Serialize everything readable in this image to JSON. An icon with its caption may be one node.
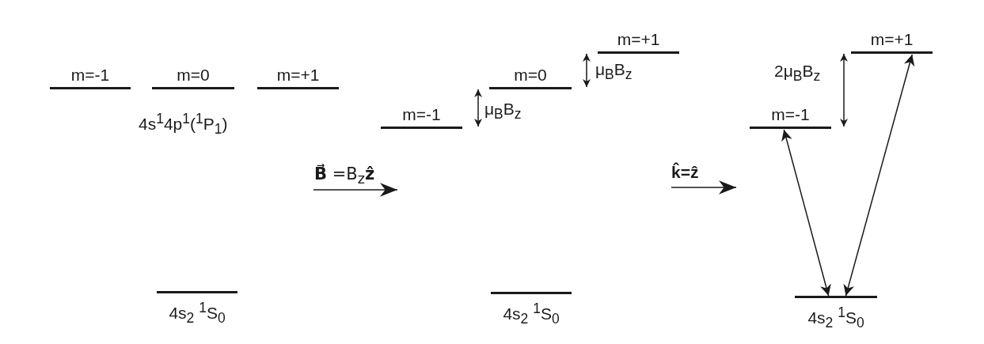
{
  "diagram": {
    "nodes": [
      {
        "text": [
          "m=-1"
        ]
      },
      {
        "text": [
          "m=0"
        ]
      },
      {
        "text": [
          "m=+1"
        ]
      },
      {
        "text": [
          "m=+1"
        ]
      },
      {
        "text": [
          "m=0"
        ]
      },
      {
        "text": [
          "m=-1"
        ]
      },
      {
        "text": [
          "m=+1"
        ]
      },
      {
        "text": [
          "m=-1"
        ]
      },
      {
        "text": [
          "4s$_{2}$ $^{1}$S$_{0}$"
        ]
      },
      {
        "text": [
          "4s$_{2}$ $^{1}$S$_{0}$"
        ]
      },
      {
        "text": [
          "4s$_{2}$ $^{1}$S$_{0}$"
        ]
      }
    ],
    "edges": [
      {
        "from": 10,
        "to": 7,
        "arrow": "both"
      },
      {
        "from": 10,
        "to": 6,
        "arrow": "both"
      },
      {
        "from": 3,
        "to": 4,
        "arrow": "both",
        "label": "μ$_{B}$B$_{z}$"
      },
      {
        "from": 4,
        "to": 5,
        "arrow": "both",
        "label": "μ$_{B}$B$_{z}$"
      },
      {
        "from": 6,
        "to": 7,
        "arrow": "both",
        "label": "2μ$_{B}$B$_{z}$"
      }
    ],
    "labels": [
      "4s$^{1}$4p$^{1}$($^{1}$P$_{1}$)",
      "**B⃗** =B$_{z}$**ẑ**",
      "k̂=ẑ"
    ]
  }
}
